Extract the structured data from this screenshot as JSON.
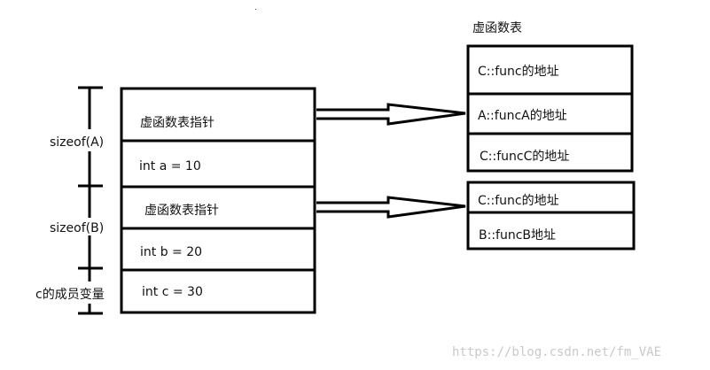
{
  "object_layout": {
    "rows": [
      {
        "label": "虚函数表指针"
      },
      {
        "label": "int a = 10"
      },
      {
        "label": "虚函数表指针"
      },
      {
        "label": "int b = 20"
      },
      {
        "label": "int c = 30"
      }
    ]
  },
  "size_labels": {
    "a": "sizeof(A)",
    "b": "sizeof(B)",
    "c": "c的成员变量"
  },
  "vtable_title": "虚函数表",
  "vtable_a": {
    "rows": [
      {
        "label": "C::func的地址"
      },
      {
        "label": "A::funcA的地址"
      },
      {
        "label": "C::funcC的地址"
      }
    ]
  },
  "vtable_b": {
    "rows": [
      {
        "label": "C::func的地址"
      },
      {
        "label": "B::funcB地址"
      }
    ]
  },
  "watermark": "https://blog.csdn.net/fm_VAE"
}
